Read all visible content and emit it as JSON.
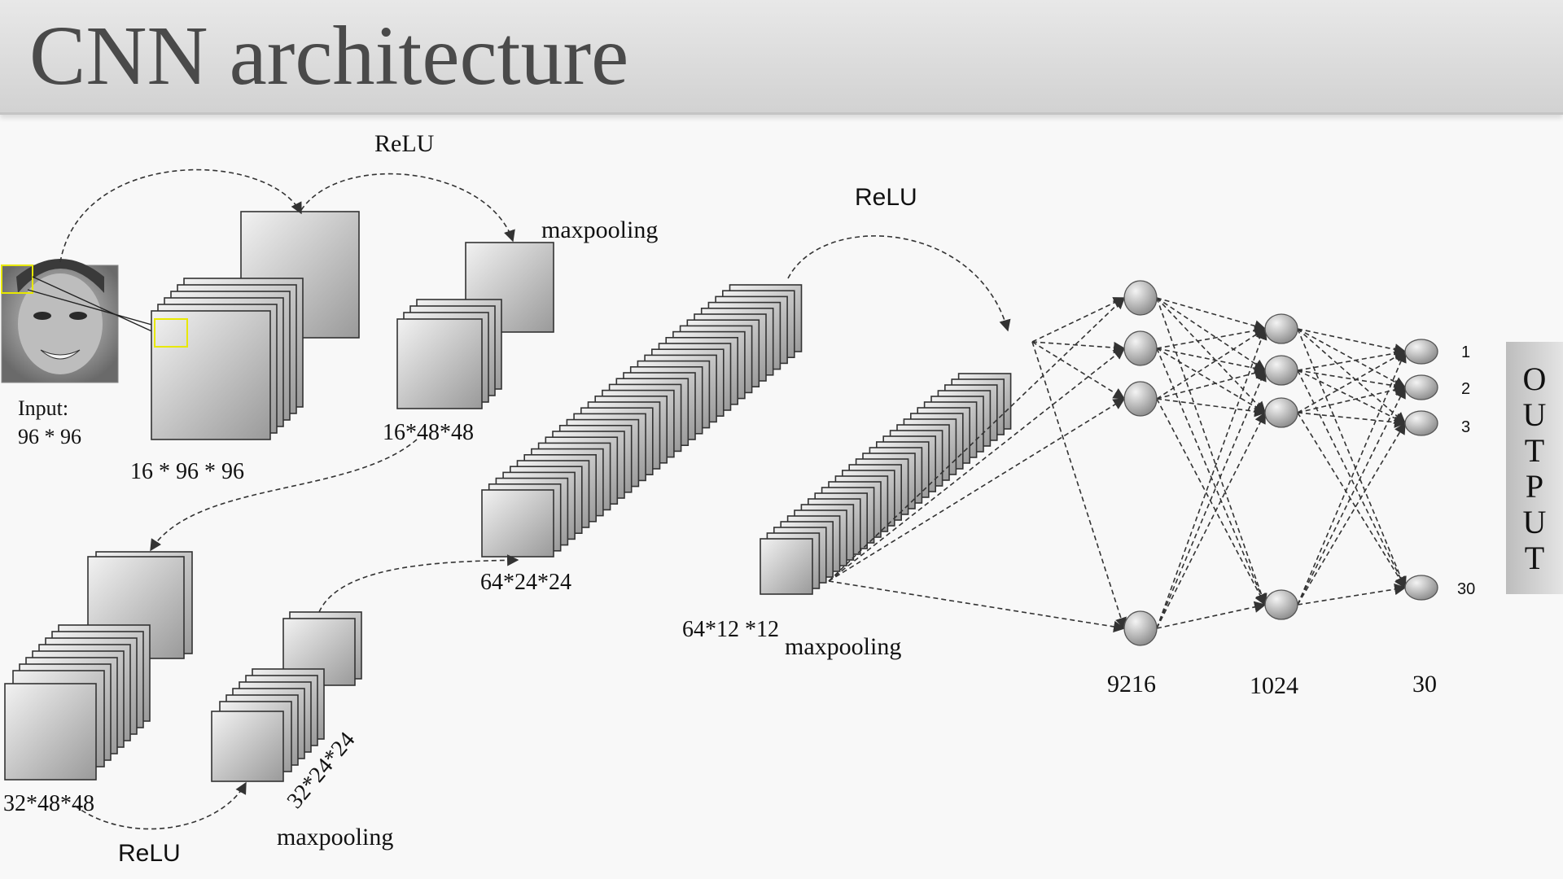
{
  "title": "CNN architecture",
  "input": {
    "label_line1": "Input:",
    "label_line2": "96 * 96"
  },
  "labels": {
    "relu_top": "ReLU",
    "maxpool_top": "maxpooling",
    "dim_16_96": "16 * 96 * 96",
    "dim_16_48": "16*48*48",
    "relu_mid": "ReLU",
    "dim_64_24": "64*24*24",
    "dim_64_12": "64*12 *12",
    "maxpool_mid": "maxpooling",
    "dim_32_48": "32*48*48",
    "dim_32_24": "32*24*24",
    "relu_bottom": "ReLU",
    "maxpool_bottom": "maxpooling"
  },
  "fc_layers": [
    "9216",
    "1024",
    "30"
  ],
  "output_nodes": [
    "1",
    "2",
    "3",
    "30"
  ],
  "output_letters": [
    "O",
    "U",
    "T",
    "P",
    "U",
    "T"
  ],
  "colors": {
    "highlight": "#e8e800",
    "title_bar": "#d8d8d8",
    "feature_map": "#bdbdbd",
    "node": "#a8a8a8"
  },
  "icons": {
    "input_image": "face-photo"
  }
}
